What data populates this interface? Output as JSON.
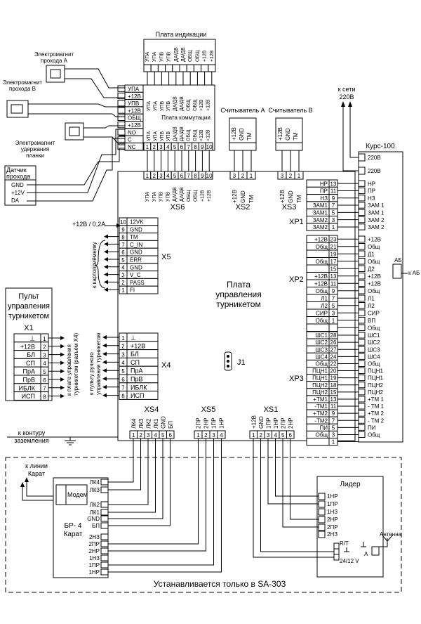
{
  "indication_board": {
    "title": "Плата индикации",
    "pins": [
      "УПА",
      "УПА",
      "УПВ",
      "УПВ",
      "ДА/ДВ",
      "ДА/ДВ",
      "ОБЩ",
      "ОБЩ",
      "+12В",
      "+12В"
    ]
  },
  "switch_board": {
    "title": "Плата коммутации",
    "left_labels": [
      "УПА",
      "+12В",
      "УПВ",
      "+12В",
      "ОБЩ",
      "+12В",
      "NO",
      "C",
      "NC"
    ],
    "pins": [
      "УПА",
      "УПА",
      "УПВ",
      "УПВ",
      "ДА/ДВ",
      "ДА/ДВ",
      "ОБЩ",
      "ОБЩ",
      "+12В",
      "+12В"
    ],
    "numbers": [
      "1",
      "2",
      "3",
      "4",
      "5",
      "6",
      "7",
      "8",
      "9",
      "10"
    ]
  },
  "magnets": {
    "a": [
      "Электромагнит",
      "прохода А"
    ],
    "b": [
      "Электромагнит",
      "прохода В"
    ],
    "hold": [
      "Электромагнит",
      "удержания",
      "планки"
    ]
  },
  "pass_sensor": {
    "title": [
      "Датчик",
      "прохода"
    ],
    "pins": [
      "GND",
      "+12V",
      "DA"
    ]
  },
  "readers": {
    "a": {
      "title": "Считыватель А",
      "pins": [
        "+12В",
        "GND",
        "TM"
      ]
    },
    "b": {
      "title": "Считыватель В",
      "pins": [
        "+12В",
        "GND",
        "TM"
      ]
    }
  },
  "mains": [
    "к сети",
    "220В"
  ],
  "control_board": {
    "title": [
      "Плата",
      "управления",
      "турникетом"
    ],
    "xs6": {
      "label": "XS6",
      "pins": [
        "УПА",
        "УПА",
        "УПВ",
        "УПВ",
        "ДА/ДВ",
        "ДА/ДВ",
        "ОБЩ",
        "ОБЩ",
        "+12В",
        "+12В"
      ],
      "numbers": [
        "1",
        "2",
        "3",
        "4",
        "5",
        "6",
        "7",
        "8",
        "9",
        "10"
      ]
    },
    "xs2": {
      "label": "XS2",
      "pins": [
        "+12В",
        "GND",
        "TM"
      ],
      "numbers": [
        "3",
        "2",
        "1"
      ]
    },
    "xs3": {
      "label": "XS3",
      "pins": [
        "+12В",
        "GND",
        "TM"
      ],
      "numbers": [
        "3",
        "2",
        "1"
      ]
    },
    "x5": {
      "label": "X5",
      "pins": [
        "12VK",
        "GND",
        "TM",
        "C_IN",
        "GND",
        "ERR",
        "GND",
        "V_C",
        "PASS",
        "FI"
      ],
      "numbers": [
        "10",
        "9",
        "8",
        "7",
        "6",
        "5",
        "4",
        "3",
        "2",
        "1"
      ],
      "power_note": "+12В / 0,2А",
      "side_note": "к картоприёмнику"
    },
    "x4": {
      "label": "X4",
      "pins": [
        "⊥",
        "+12В",
        "БЛ",
        "СП",
        "ПрА",
        "ПрВ",
        "ИБЛК",
        "ИСП"
      ],
      "numbers": [
        "1",
        "2",
        "3",
        "4",
        "5",
        "6",
        "7",
        "8"
      ],
      "side_note": [
        "к пульту ручного",
        "управления турникетом"
      ]
    },
    "j1": "J1",
    "xp1": {
      "label": "XP1",
      "pins": [
        "НР",
        "ПР",
        "НЗ",
        "ЗАМ1",
        "ЗАМ1",
        "ЗАМ2",
        "ЗАМ2"
      ],
      "numbers": [
        "13",
        "11",
        "9",
        "7",
        "5",
        "3",
        "1"
      ]
    },
    "xp2": {
      "label": "XP2",
      "pins": [
        "+12В",
        "Общ",
        "",
        "Общ",
        "",
        "+12В",
        "+12В",
        "Общ",
        "Л1",
        "Л2",
        "СИР",
        "Общ",
        ""
      ],
      "numbers": [
        "23",
        "21",
        "19",
        "17",
        "15",
        "13",
        "11",
        "9",
        "7",
        "5",
        "3",
        "1"
      ]
    },
    "xp3": {
      "label": "XP3",
      "pins": [
        "ШС1",
        "ШС2",
        "ШС3",
        "ШС4",
        "Общ",
        "ПЦН1",
        "ПЦН1",
        "ПЦН2",
        "ПЦН2",
        "+ТМ1",
        "-ТМ1",
        "+ТМ2",
        "-ТМ2",
        "ПИ",
        "Общ"
      ],
      "numbers": [
        "28",
        "26",
        "27",
        "24",
        "22",
        "20",
        "19",
        "18",
        "15",
        "13",
        "11",
        "9",
        "7",
        "5",
        "3",
        "1"
      ]
    },
    "xs4": {
      "label": "XS4",
      "pins": [
        "ЛК4",
        "ЛК3",
        "ЛК2",
        "ЛК1",
        "GND",
        "БП"
      ],
      "numbers": [
        "1",
        "2",
        "3",
        "4",
        "5",
        "6"
      ]
    },
    "xs5": {
      "label": "XS5",
      "pins": [
        "2ПР",
        "2НР",
        "1ПР",
        "1НР"
      ],
      "numbers": [
        "1",
        "2",
        "3",
        "4"
      ]
    },
    "xs1": {
      "label": "XS1",
      "pins": [
        "+12В",
        "GND",
        "1ПР",
        "1НР",
        "2ПР",
        "2НР"
      ],
      "numbers": [
        "1",
        "2",
        "3",
        "4",
        "5",
        "6"
      ]
    }
  },
  "remote": {
    "title": [
      "Пульт",
      "управления",
      "турникетом"
    ],
    "conn": "X1",
    "pins": [
      "⊥",
      "+12В",
      "БЛ",
      "СП",
      "ПрА",
      "ПрВ",
      "ИБЛК",
      "ИСП"
    ],
    "numbers": [
      "1",
      "2",
      "3",
      "4",
      "5",
      "6",
      "7",
      "8"
    ],
    "side_note": [
      "к плате управления",
      "турникетом (разъём X4)"
    ]
  },
  "kurs": {
    "title": "Курс-100",
    "power": [
      "220В",
      "220В"
    ],
    "xp1_pins": [
      "НР",
      "ПР",
      "НЗ",
      "ЗАМ 1",
      "ЗАМ 1",
      "ЗАМ 2",
      "ЗАМ 2"
    ],
    "xp2_pins": [
      "+12В",
      "Общ",
      "Д1",
      "Общ",
      "Д2",
      "+12В",
      "+12В",
      "Общ",
      "Л1",
      "Л2",
      "СИР",
      "ВП",
      "Общ"
    ],
    "xp3_pins": [
      "ШС1",
      "ШС2",
      "ШС3",
      "ШС4",
      "Общ",
      "ПЦН1",
      "ПЦН1",
      "ПЦН2",
      "ПЦН2",
      "+ТМ 1",
      "- ТМ 1",
      "+ТМ 2",
      "- ТМ 2",
      "ПИ",
      "Общ"
    ],
    "ab": "АБ",
    "ab_note": "к АБ"
  },
  "ground_note": [
    "к контуру",
    "заземления"
  ],
  "karat_line": [
    "к линии",
    "Карат"
  ],
  "br4": {
    "title": [
      "БР- 4",
      "Карат"
    ],
    "modem": "Модем",
    "pins_top": [
      "ЛК4",
      "ЛК3",
      "ЛК2",
      "ЛК1",
      "GND",
      "БП"
    ],
    "pins_bottom": [
      "2НЗ",
      "2ПР",
      "2НР",
      "1НЗ",
      "1ПР",
      "1НР"
    ]
  },
  "lider": {
    "title": "Лидер",
    "pins": [
      "1НР",
      "1ПР",
      "1НЗ",
      "2НР",
      "2ПР",
      "2НЗ"
    ],
    "rt": "R/T",
    "power": "24/12 V",
    "antenna": "Антенна",
    "a": "А"
  },
  "sa_note": "Устанавливается только в SA-303"
}
